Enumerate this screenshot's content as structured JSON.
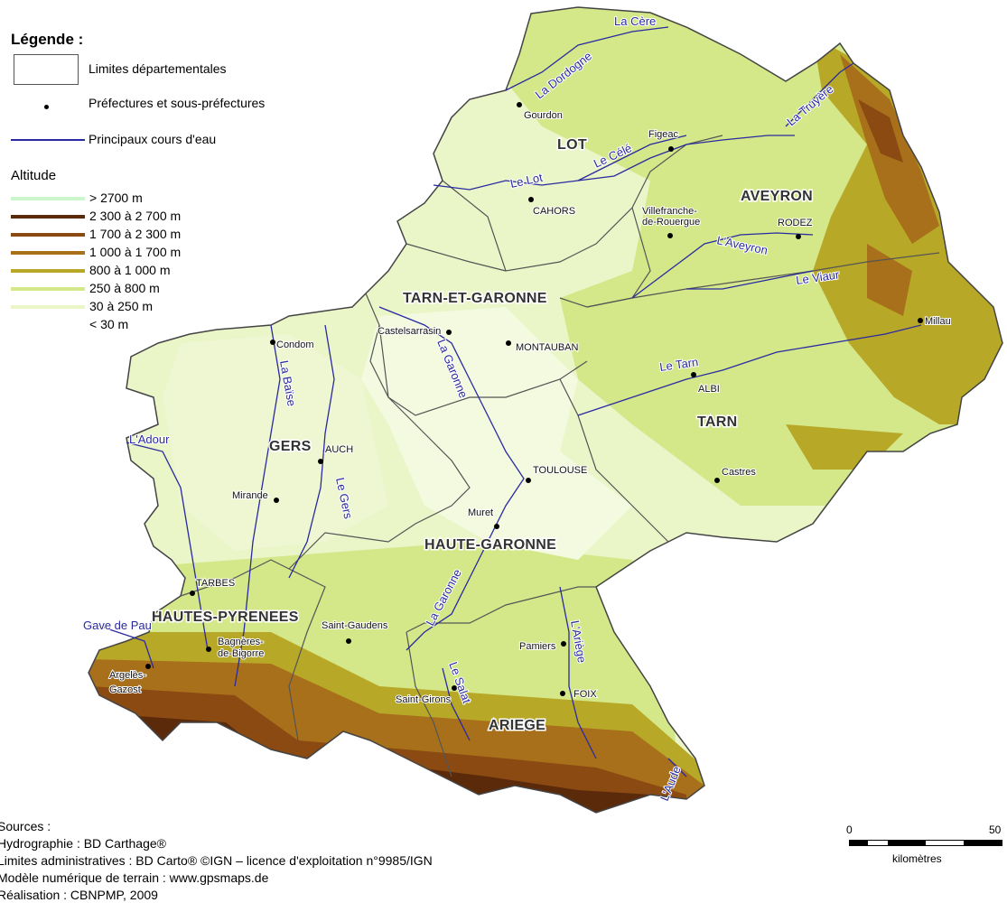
{
  "legend": {
    "title": "Légende :",
    "department_limits": "Limites départementales",
    "prefectures": "Préfectures et sous-préfectures",
    "rivers": "Principaux cours d'eau"
  },
  "altitude": {
    "title": "Altitude",
    "classes": [
      {
        "label": "> 2700 m",
        "color": "#ccf5cc"
      },
      {
        "label": "2 300 à 2 700 m",
        "color": "#5a2a0a"
      },
      {
        "label": "1 700 à 2 300 m",
        "color": "#8a4a12"
      },
      {
        "label": "1 000 à 1 700 m",
        "color": "#a8701a"
      },
      {
        "label": "800 à 1 000 m",
        "color": "#b8a828"
      },
      {
        "label": "250 à 800 m",
        "color": "#d4e88a"
      },
      {
        "label": "30 à 250 m",
        "color": "#eaf5c8"
      },
      {
        "label": "< 30 m",
        "color": "#ffffff"
      }
    ]
  },
  "departments": {
    "lot": "LOT",
    "aveyron": "AVEYRON",
    "tarn_et_garonne": "TARN-ET-GARONNE",
    "gers": "GERS",
    "tarn": "TARN",
    "haute_garonne": "HAUTE-GARONNE",
    "hautes_pyrenees": "HAUTES-PYRENEES",
    "ariege": "ARIEGE"
  },
  "cities": {
    "gourdon": "Gourdon",
    "figeac": "Figeac",
    "cahors": "CAHORS",
    "villefranche_1": "Villefranche-",
    "villefranche_2": "de-Rouergue",
    "rodez": "RODEZ",
    "millau": "Millau",
    "castelsarrasin": "Castelsarrasin",
    "montauban": "MONTAUBAN",
    "condom": "Condom",
    "albi": "ALBI",
    "auch": "AUCH",
    "castres": "Castres",
    "toulouse": "TOULOUSE",
    "mirande": "Mirande",
    "muret": "Muret",
    "tarbes": "TARBES",
    "saint_gaudens": "Saint-Gaudens",
    "bagneres_1": "Bagnères-",
    "bagneres_2": "de-Bigorre",
    "pamiers": "Pamiers",
    "argeles_1": "Argelès-",
    "argeles_2": "Gazost",
    "foix": "FOIX",
    "saint_girons": "Saint-Girons"
  },
  "rivers": {
    "cere": "La Cère",
    "dordogne": "La Dordogne",
    "truyere": "La Truyère",
    "cele": "Le Célé",
    "lot": "Le Lot",
    "aveyron": "L'Aveyron",
    "viaur": "Le Viaur",
    "garonne_north": "La Garonne",
    "baise": "La Baïse",
    "tarn": "Le Tarn",
    "adour": "L'Adour",
    "gers": "Le Gers",
    "garonne_south": "La Garonne",
    "gave_de_pau": "Gave de Pau",
    "ariege": "L'Ariège",
    "salat": "Le Salat",
    "aude": "L'Aude"
  },
  "sources": {
    "line1": "Sources :",
    "line2": "Hydrographie : BD Carthage®",
    "line3": "Limites administratives : BD Carto® ©IGN – licence d'exploitation n°9985/IGN",
    "line4": "Modèle numérique de terrain : www.gpsmaps.de",
    "line5": "Réalisation : CBNPMP, 2009"
  },
  "scale": {
    "start": "0",
    "end": "50",
    "unit": "kilomètres"
  }
}
